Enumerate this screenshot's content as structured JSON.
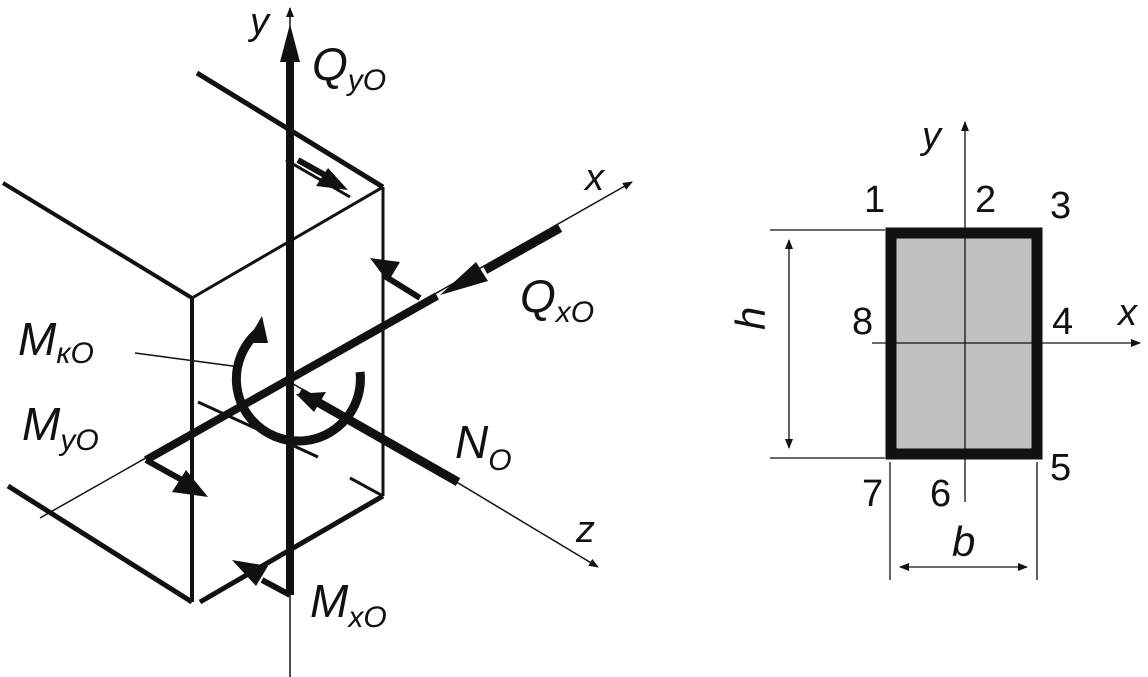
{
  "left_figure": {
    "axes": {
      "y": "y",
      "x": "x",
      "z": "z"
    },
    "forces": {
      "Q_yO": {
        "main": "Q",
        "sub": "yO"
      },
      "Q_xO": {
        "main": "Q",
        "sub": "xO"
      },
      "N_O": {
        "main": "N",
        "sub": "O"
      }
    },
    "moments": {
      "M_kO": {
        "main": "M",
        "sub": "кO"
      },
      "M_yO": {
        "main": "M",
        "sub": "yO"
      },
      "M_xO": {
        "main": "M",
        "sub": "xO"
      }
    }
  },
  "right_figure": {
    "axes": {
      "y": "y",
      "x": "x"
    },
    "points": [
      "1",
      "2",
      "3",
      "4",
      "5",
      "6",
      "7",
      "8"
    ],
    "dimensions": {
      "height": "h",
      "width": "b"
    },
    "fill_color": "#c0c0c0",
    "wall_color": "#111111"
  }
}
